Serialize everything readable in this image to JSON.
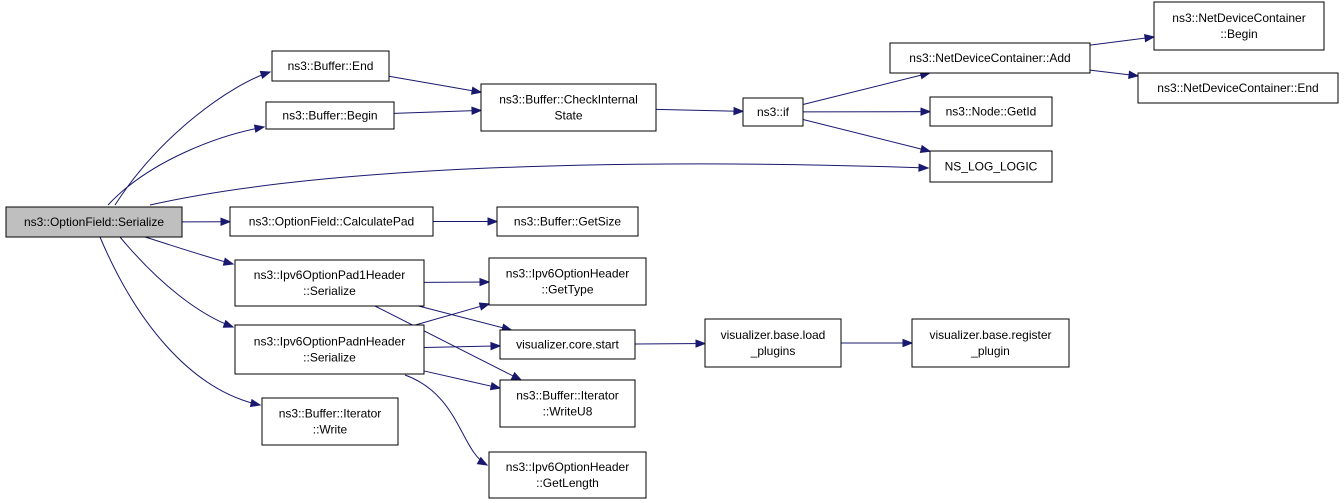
{
  "colors": {
    "edge": "#191970",
    "root_fill": "#bfbfbf",
    "node_fill": "#ffffff",
    "node_stroke": "#000000"
  },
  "nodes": {
    "serialize": [
      "ns3::OptionField::Serialize"
    ],
    "buffer_end": [
      "ns3::Buffer::End"
    ],
    "buffer_begin": [
      "ns3::Buffer::Begin"
    ],
    "check_internal": [
      "ns3::Buffer::CheckInternal",
      "State"
    ],
    "if": [
      "ns3::if"
    ],
    "ndc_add": [
      "ns3::NetDeviceContainer::Add"
    ],
    "ndc_begin": [
      "ns3::NetDeviceContainer",
      "::Begin"
    ],
    "ndc_end": [
      "ns3::NetDeviceContainer::End"
    ],
    "node_getid": [
      "ns3::Node::GetId"
    ],
    "ns_log_logic": [
      "NS_LOG_LOGIC"
    ],
    "calculate_pad": [
      "ns3::OptionField::CalculatePad"
    ],
    "buffer_getsize": [
      "ns3::Buffer::GetSize"
    ],
    "pad1_serialize": [
      "ns3::Ipv6OptionPad1Header",
      "::Serialize"
    ],
    "padn_serialize": [
      "ns3::Ipv6OptionPadnHeader",
      "::Serialize"
    ],
    "iterator_write": [
      "ns3::Buffer::Iterator",
      "::Write"
    ],
    "get_type": [
      "ns3::Ipv6OptionHeader",
      "::GetType"
    ],
    "viz_start": [
      "visualizer.core.start"
    ],
    "viz_load": [
      "visualizer.base.load",
      "_plugins"
    ],
    "viz_register": [
      "visualizer.base.register",
      "_plugin"
    ],
    "write_u8": [
      "ns3::Buffer::Iterator",
      "::WriteU8"
    ],
    "get_length": [
      "ns3::Ipv6OptionHeader",
      "::GetLength"
    ]
  },
  "edges": [
    [
      "serialize",
      "buffer_end"
    ],
    [
      "serialize",
      "buffer_begin"
    ],
    [
      "serialize",
      "ns_log_logic"
    ],
    [
      "serialize",
      "calculate_pad"
    ],
    [
      "serialize",
      "pad1_serialize"
    ],
    [
      "serialize",
      "padn_serialize"
    ],
    [
      "serialize",
      "iterator_write"
    ],
    [
      "buffer_end",
      "check_internal"
    ],
    [
      "buffer_begin",
      "check_internal"
    ],
    [
      "check_internal",
      "if"
    ],
    [
      "if",
      "ndc_add"
    ],
    [
      "if",
      "node_getid"
    ],
    [
      "if",
      "ns_log_logic"
    ],
    [
      "ndc_add",
      "ndc_begin"
    ],
    [
      "ndc_add",
      "ndc_end"
    ],
    [
      "calculate_pad",
      "buffer_getsize"
    ],
    [
      "pad1_serialize",
      "get_type"
    ],
    [
      "pad1_serialize",
      "viz_start"
    ],
    [
      "pad1_serialize",
      "write_u8"
    ],
    [
      "padn_serialize",
      "get_type"
    ],
    [
      "padn_serialize",
      "viz_start"
    ],
    [
      "padn_serialize",
      "write_u8"
    ],
    [
      "padn_serialize",
      "get_length"
    ],
    [
      "viz_start",
      "viz_load"
    ],
    [
      "viz_load",
      "viz_register"
    ]
  ]
}
